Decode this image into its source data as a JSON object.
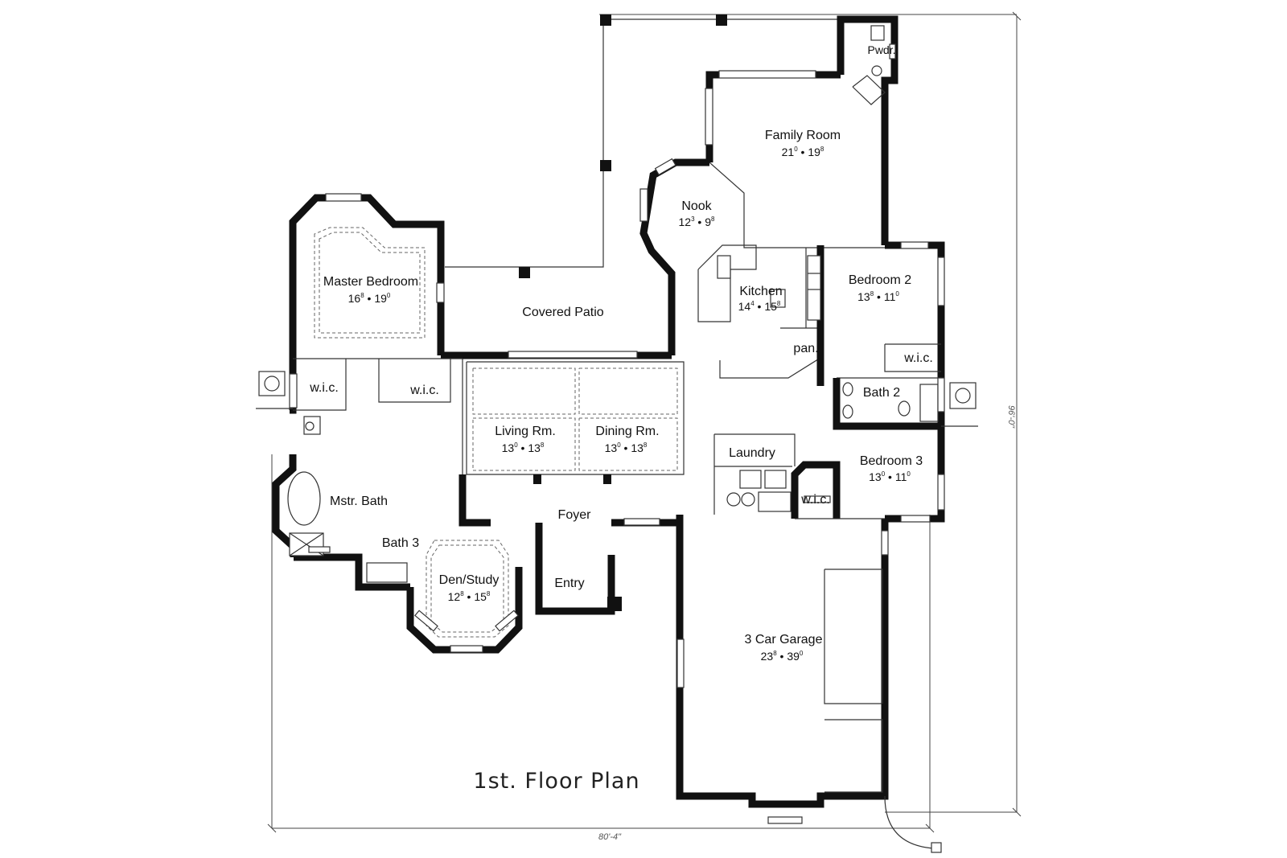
{
  "title": "1st. Floor Plan",
  "overall_width": "80'-4\"",
  "overall_depth": "96'-0\"",
  "rooms": {
    "family_room": {
      "name": "Family Room",
      "w": "21",
      "w_in": "0",
      "d": "19",
      "d_in": "8"
    },
    "nook": {
      "name": "Nook",
      "w": "12",
      "w_in": "3",
      "d": "9",
      "d_in": "8"
    },
    "kitchen": {
      "name": "Kitchen",
      "w": "14",
      "w_in": "4",
      "d": "15",
      "d_in": "8"
    },
    "pantry": {
      "name": "pan."
    },
    "bedroom2": {
      "name": "Bedroom 2",
      "w": "13",
      "w_in": "8",
      "d": "11",
      "d_in": "0"
    },
    "bedroom2_wic": {
      "name": "w.i.c."
    },
    "bath2": {
      "name": "Bath 2"
    },
    "bedroom3": {
      "name": "Bedroom 3",
      "w": "13",
      "w_in": "0",
      "d": "11",
      "d_in": "0"
    },
    "bedroom3_wic": {
      "name": "w.i.c."
    },
    "laundry": {
      "name": "Laundry"
    },
    "master_bedroom": {
      "name": "Master Bedroom",
      "w": "16",
      "w_in": "8",
      "d": "19",
      "d_in": "0"
    },
    "master_wic_1": {
      "name": "w.i.c."
    },
    "master_wic_2": {
      "name": "w.i.c."
    },
    "covered_patio": {
      "name": "Covered Patio"
    },
    "living": {
      "name": "Living Rm.",
      "w": "13",
      "w_in": "0",
      "d": "13",
      "d_in": "8"
    },
    "dining": {
      "name": "Dining Rm.",
      "w": "13",
      "w_in": "0",
      "d": "13",
      "d_in": "8"
    },
    "master_bath": {
      "name": "Mstr. Bath"
    },
    "bath3": {
      "name": "Bath 3"
    },
    "foyer": {
      "name": "Foyer"
    },
    "entry": {
      "name": "Entry"
    },
    "den": {
      "name": "Den/Study",
      "w": "12",
      "w_in": "8",
      "d": "15",
      "d_in": "8"
    },
    "garage": {
      "name": "3 Car Garage",
      "w": "23",
      "w_in": "8",
      "d": "39",
      "d_in": "0"
    },
    "powder": {
      "name": "Pwdr."
    }
  }
}
